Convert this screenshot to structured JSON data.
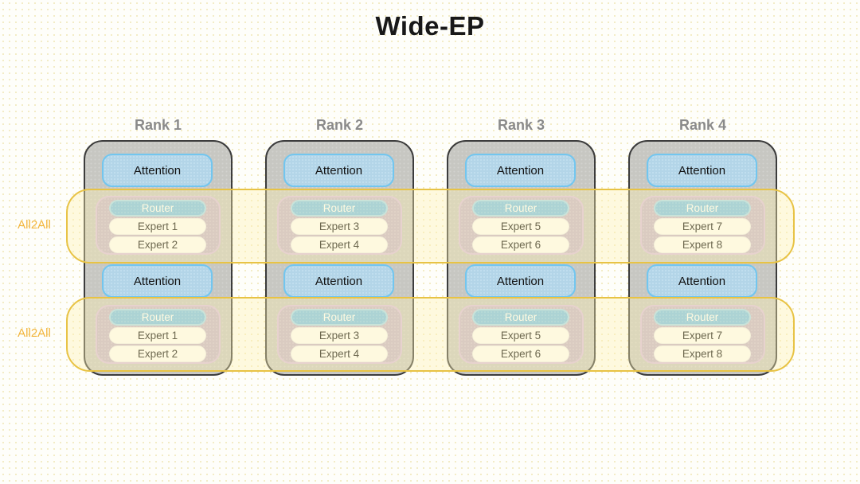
{
  "title": "Wide-EP",
  "bands": [
    {
      "label": "All2All"
    },
    {
      "label": "All2All"
    }
  ],
  "ranks": [
    {
      "label": "Rank 1",
      "layers": [
        {
          "attention": "Attention",
          "router": "Router",
          "experts": [
            "Expert 1",
            "Expert 2"
          ]
        },
        {
          "attention": "Attention",
          "router": "Router",
          "experts": [
            "Expert 1",
            "Expert 2"
          ]
        }
      ]
    },
    {
      "label": "Rank 2",
      "layers": [
        {
          "attention": "Attention",
          "router": "Router",
          "experts": [
            "Expert 3",
            "Expert 4"
          ]
        },
        {
          "attention": "Attention",
          "router": "Router",
          "experts": [
            "Expert 3",
            "Expert 4"
          ]
        }
      ]
    },
    {
      "label": "Rank 3",
      "layers": [
        {
          "attention": "Attention",
          "router": "Router",
          "experts": [
            "Expert 5",
            "Expert 6"
          ]
        },
        {
          "attention": "Attention",
          "router": "Router",
          "experts": [
            "Expert 5",
            "Expert 6"
          ]
        }
      ]
    },
    {
      "label": "Rank 4",
      "layers": [
        {
          "attention": "Attention",
          "router": "Router",
          "experts": [
            "Expert 7",
            "Expert 8"
          ]
        },
        {
          "attention": "Attention",
          "router": "Router",
          "experts": [
            "Expert 7",
            "Expert 8"
          ]
        }
      ]
    }
  ],
  "colors": {
    "background": "#fefefa",
    "title_text": "#181818",
    "rank_label_text": "#8a8a8a",
    "column_fill": "#c7c7c2",
    "column_border": "#3c3c3c",
    "attention_fill": "#b3d5e8",
    "attention_border": "#72c6ef",
    "group_fill": "#c4b4cb",
    "group_border": "#d9bfe0",
    "router_fill": "#7ac1ea",
    "router_text": "#ffffff",
    "expert_fill": "#fdfdfc",
    "band_fill": "#fff2af",
    "band_border": "#e8c345",
    "all2all_text": "#f3b53c"
  }
}
